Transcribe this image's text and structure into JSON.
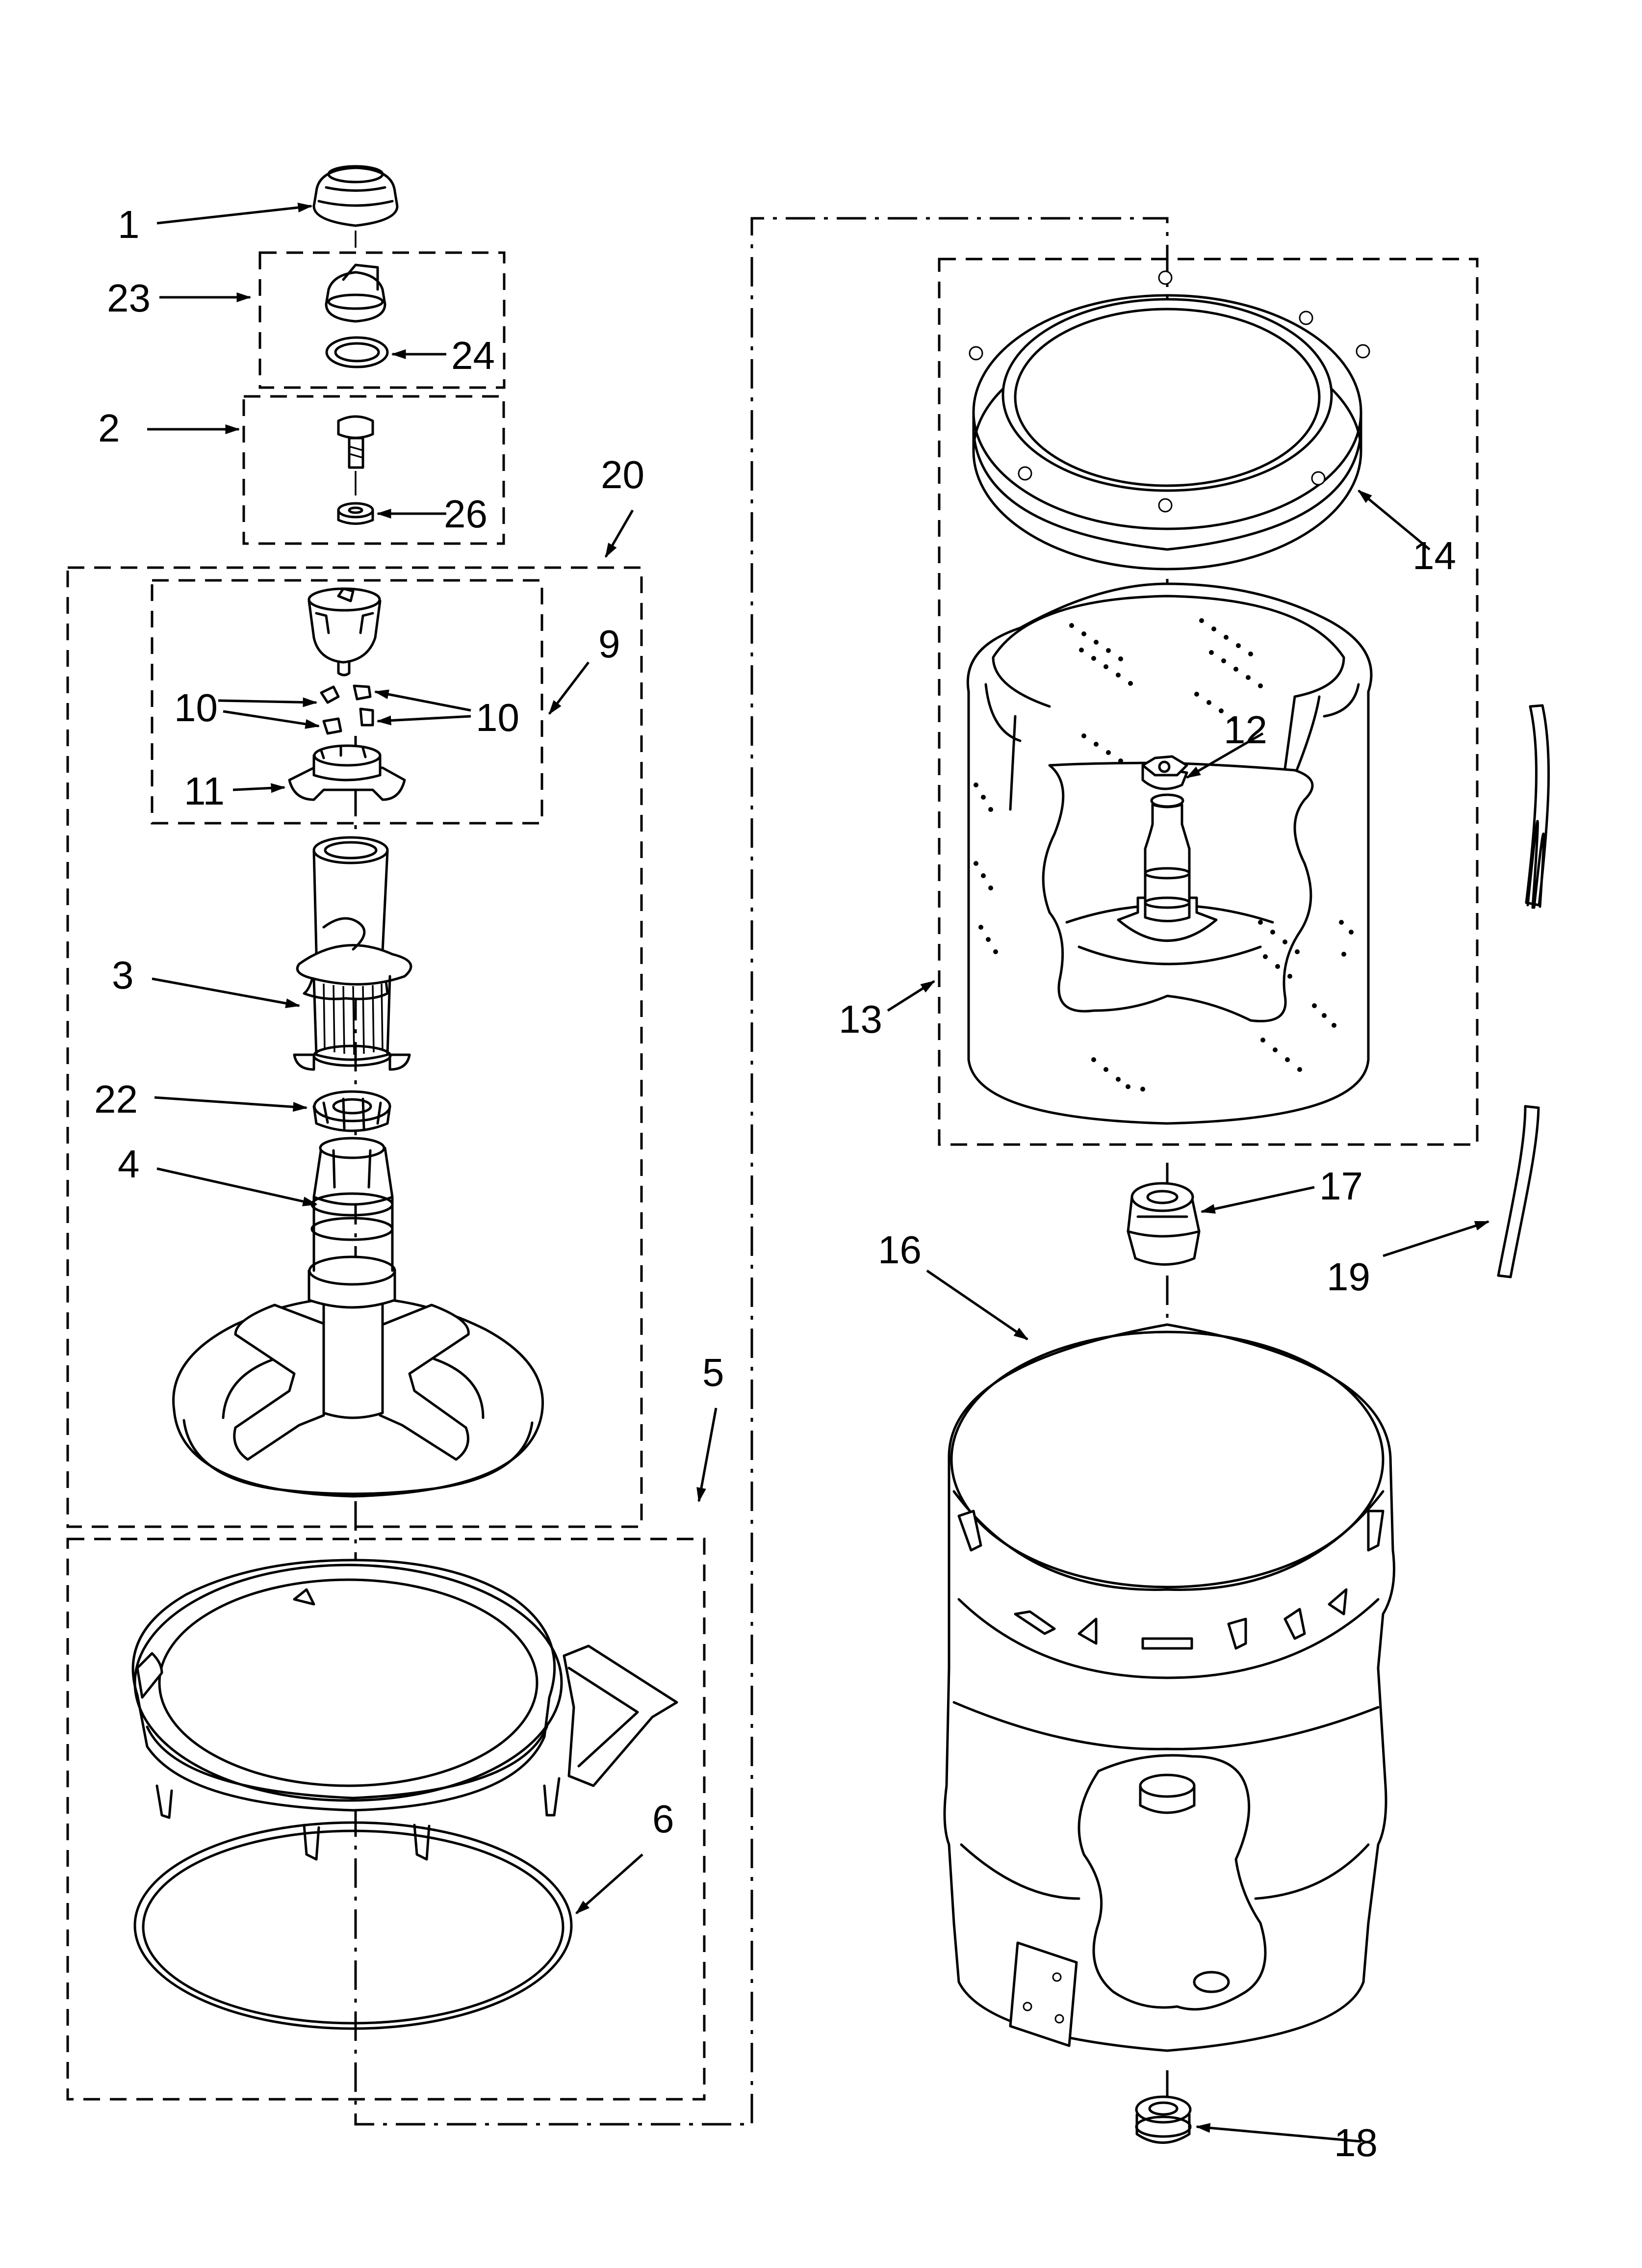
{
  "callouts": {
    "c1": "1",
    "c2": "2",
    "c3": "3",
    "c4": "4",
    "c5": "5",
    "c6": "6",
    "c9": "9",
    "c10a": "10",
    "c10b": "10",
    "c11": "11",
    "c12": "12",
    "c13": "13",
    "c14": "14",
    "c16": "16",
    "c17": "17",
    "c18": "18",
    "c19": "19",
    "c20": "20",
    "c22": "22",
    "c23": "23",
    "c24": "24",
    "c26": "26"
  },
  "parts": [
    {
      "ref": "1",
      "icon": "agitator-cap-icon"
    },
    {
      "ref": "2",
      "icon": "bolt-icon"
    },
    {
      "ref": "3",
      "icon": "agitator-barrel-icon"
    },
    {
      "ref": "4",
      "icon": "agitator-base-icon"
    },
    {
      "ref": "5",
      "icon": "tub-ring-icon"
    },
    {
      "ref": "6",
      "icon": "tub-ring-seal-icon"
    },
    {
      "ref": "9",
      "icon": "dog-kit-icon"
    },
    {
      "ref": "10",
      "icon": "agitator-dog-icon"
    },
    {
      "ref": "11",
      "icon": "cam-icon"
    },
    {
      "ref": "12",
      "icon": "spin-nut-icon"
    },
    {
      "ref": "13",
      "icon": "basket-icon"
    },
    {
      "ref": "14",
      "icon": "balance-ring-icon"
    },
    {
      "ref": "16",
      "icon": "outer-tub-icon"
    },
    {
      "ref": "17",
      "icon": "drive-block-icon"
    },
    {
      "ref": "18",
      "icon": "tub-bearing-icon"
    },
    {
      "ref": "19",
      "icon": "hose-icon"
    },
    {
      "ref": "20",
      "icon": "agitator-assembly-icon"
    },
    {
      "ref": "22",
      "icon": "agitator-ring-icon"
    },
    {
      "ref": "23",
      "icon": "cap-kit-icon"
    },
    {
      "ref": "24",
      "icon": "o-ring-icon"
    },
    {
      "ref": "26",
      "icon": "washer-icon"
    }
  ]
}
